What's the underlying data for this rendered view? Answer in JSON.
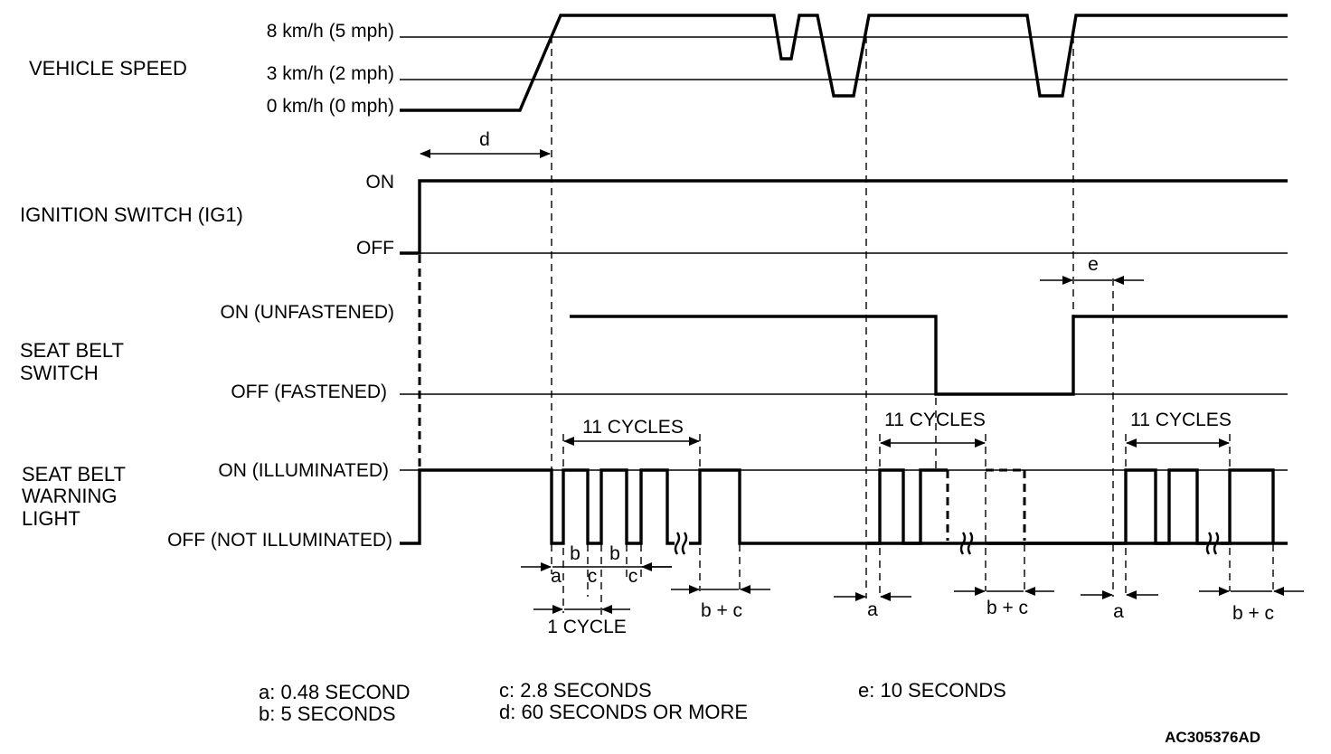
{
  "signals": {
    "vehicle_speed": {
      "name": [
        "VEHICLE SPEED"
      ],
      "levels": [
        "8 km/h (5 mph)",
        "3 km/h (2 mph)",
        "0 km/h (0 mph)"
      ]
    },
    "ignition_switch": {
      "name": [
        "IGNITION SWITCH (IG1)"
      ],
      "levels": [
        "ON",
        "OFF"
      ]
    },
    "seat_belt_switch": {
      "name": [
        "SEAT BELT",
        "SWITCH"
      ],
      "levels": [
        "ON (UNFASTENED)",
        "OFF (FASTENED)"
      ]
    },
    "warning_light": {
      "name": [
        "SEAT BELT",
        "WARNING",
        "LIGHT"
      ],
      "levels": [
        "ON (ILLUMINATED)",
        "OFF (NOT ILLUMINATED)"
      ]
    }
  },
  "annotations": {
    "d": "d",
    "e": "e",
    "cycles_label": "11 CYCLES",
    "one_cycle": "1 CYCLE",
    "a": "a",
    "b": "b",
    "c": "c",
    "b_plus_c": "b + c"
  },
  "legend": {
    "a": "a: 0.48 SECOND",
    "b": "b: 5 SECONDS",
    "c": "c: 2.8 SECONDS",
    "d": "d: 60 SECONDS  OR MORE",
    "e": "e: 10 SECONDS"
  },
  "figure_code": "AC305376AD"
}
